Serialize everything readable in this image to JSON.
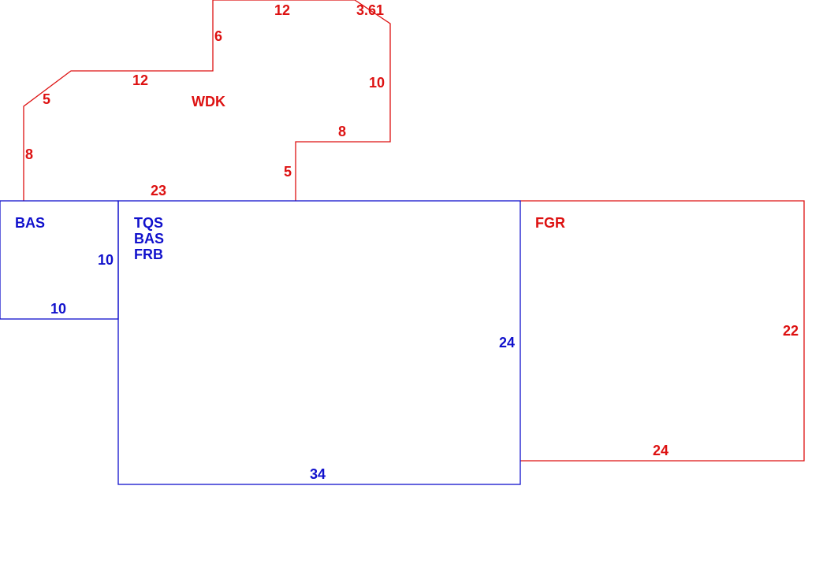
{
  "colors": {
    "red": "#dd1111",
    "blue": "#1111cc"
  },
  "areas": {
    "wdk": {
      "code": "WDK",
      "edges": [
        "8",
        "5",
        "12",
        "6",
        "12",
        "3.61",
        "10",
        "8",
        "5",
        "23"
      ]
    },
    "bas_small": {
      "code": "BAS",
      "edges": [
        "10",
        "10"
      ]
    },
    "main": {
      "codes": [
        "TQS",
        "BAS",
        "FRB"
      ],
      "edges": [
        "24",
        "34"
      ]
    },
    "fgr": {
      "code": "FGR",
      "edges": [
        "22",
        "24"
      ]
    }
  }
}
